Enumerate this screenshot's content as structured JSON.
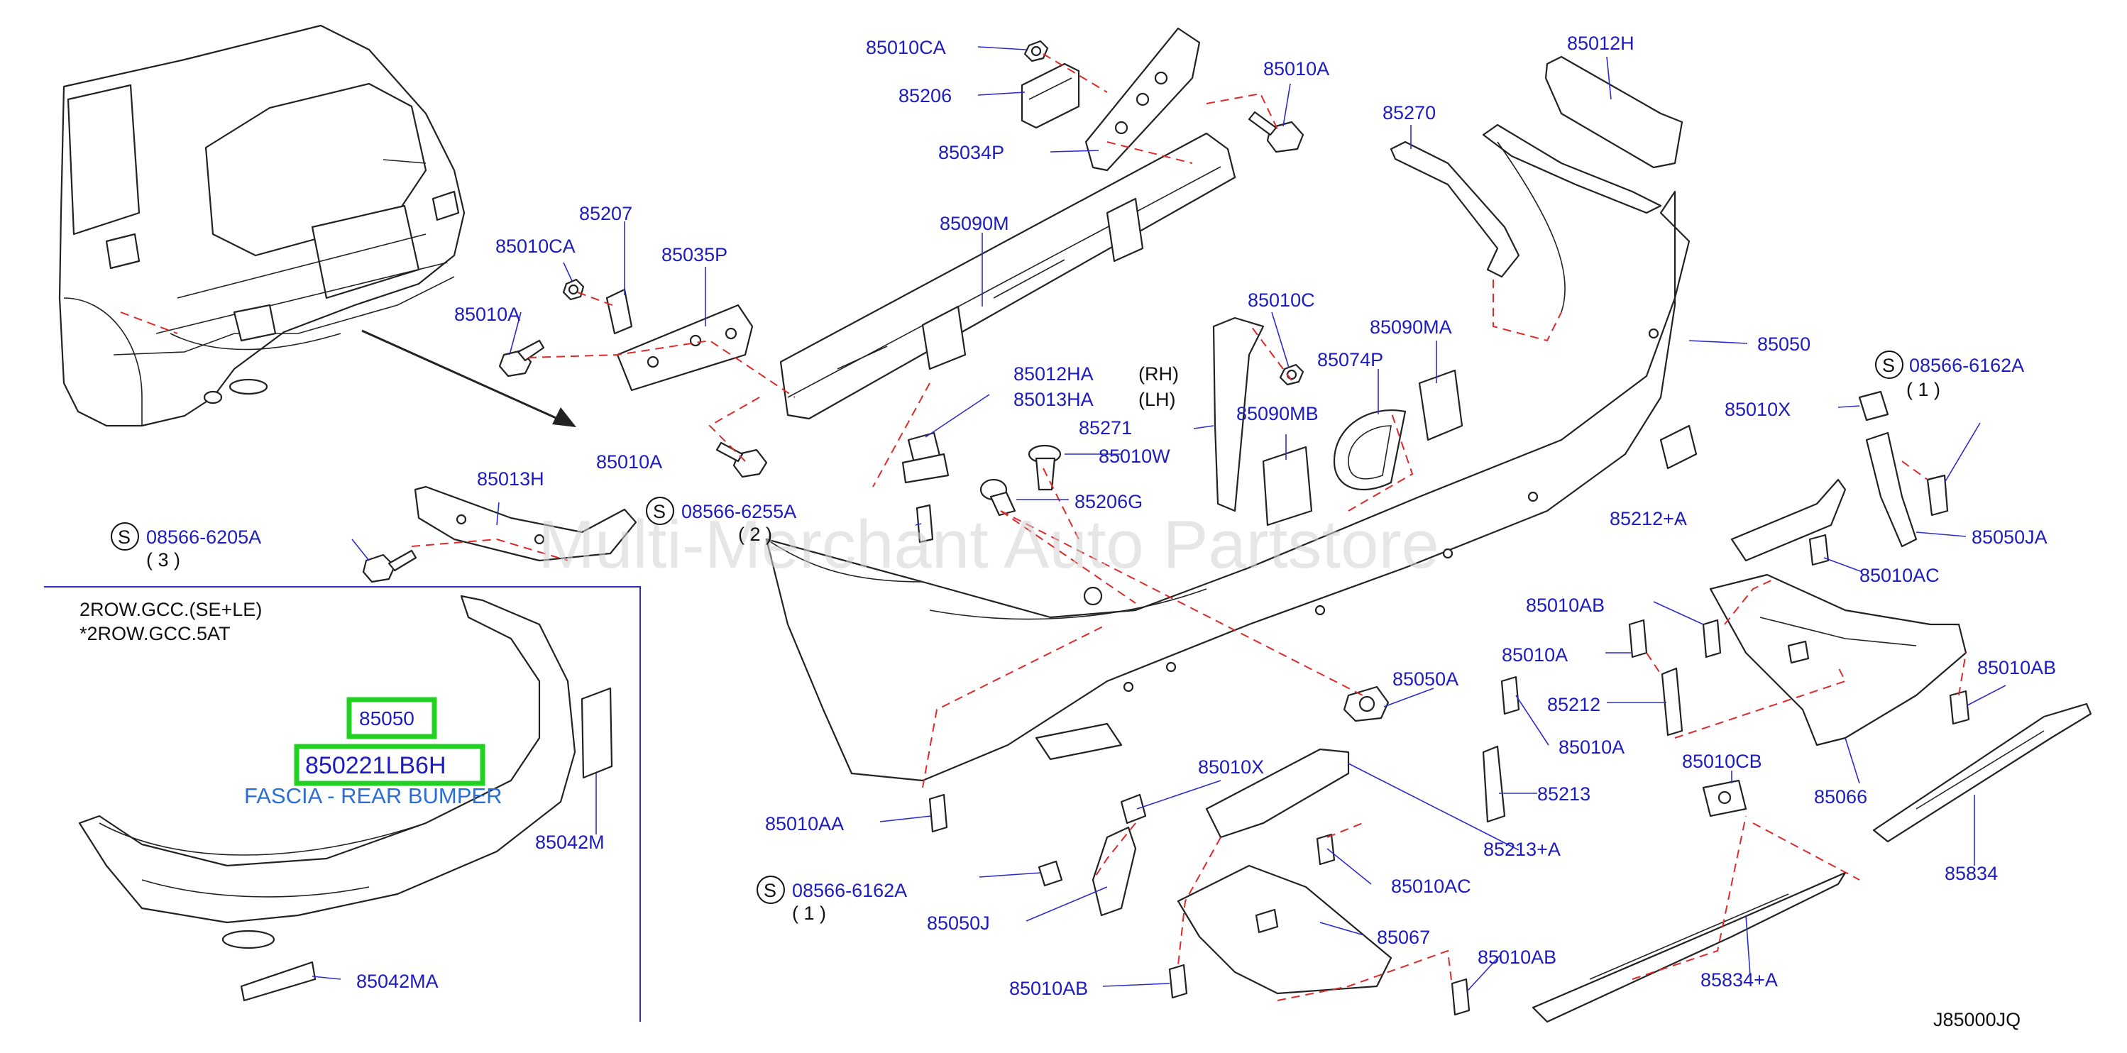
{
  "diagram": {
    "code": "J85000JQ",
    "watermark": "Multi-Merchant Auto Partstore",
    "variant_note": [
      "2ROW.GCC.(SE+LE)",
      "*2ROW.GCC.5AT"
    ],
    "highlighted": {
      "part_no": "85050",
      "oem_no": "850221LB6H",
      "description": "FASCIA - REAR BUMPER"
    },
    "labels": {
      "l85010CA_top": "85010CA",
      "l85206": "85206",
      "l85034P": "85034P",
      "l85010A_top": "85010A",
      "l85012H": "85012H",
      "l85270": "85270",
      "l85207": "85207",
      "l85010CA_left": "85010CA",
      "l85035P": "85035P",
      "l85090M": "85090M",
      "l85010A_left": "85010A",
      "l85010C": "85010C",
      "l85090MA": "85090MA",
      "l85050": "85050",
      "l85012HA": "85012HA",
      "l85013HA": "85013HA",
      "rh": "(RH)",
      "lh": "(LH)",
      "l85074P": "85074P",
      "l85090MB": "85090MB",
      "l85271": "85271",
      "l85010W": "85010W",
      "l85206G": "85206G",
      "l85010X_r": "85010X",
      "l08566_6162A_r": "08566-6162A",
      "l85050JA": "85050JA",
      "l85010A_mid": "85010A",
      "l85013H": "85013H",
      "l08566_6255A": "08566-6255A",
      "l08566_6205A": "08566-6205A",
      "l85212A": "85212+A",
      "l85010AC_r": "85010AC",
      "l85010AB_mid": "85010AB",
      "l85010A_r": "85010A",
      "l85050A": "85050A",
      "l85212": "85212",
      "l85010A_r2": "85010A",
      "l85010AB_r": "85010AB",
      "l85010CB": "85010CB",
      "l85066": "85066",
      "l85213": "85213",
      "l85213A": "85213+A",
      "l85010X": "85010X",
      "l85010AA": "85010AA",
      "l08566_6162A": "08566-6162A",
      "l85050J": "85050J",
      "l85010AC": "85010AC",
      "l85067": "85067",
      "l85010AB_bl": "85010AB",
      "l85010AB_b": "85010AB",
      "l85834": "85834",
      "l85834A": "85834+A",
      "l85042M": "85042M",
      "l85042MA": "85042MA"
    },
    "quantities": {
      "q_6162A_r": "( 1 )",
      "q_6255A": "( 2 )",
      "q_6205A": "( 3 )",
      "q_6162A": "( 1 )"
    },
    "symbols": {
      "s1": "S",
      "s2": "S",
      "s3": "S",
      "s4": "S"
    }
  }
}
